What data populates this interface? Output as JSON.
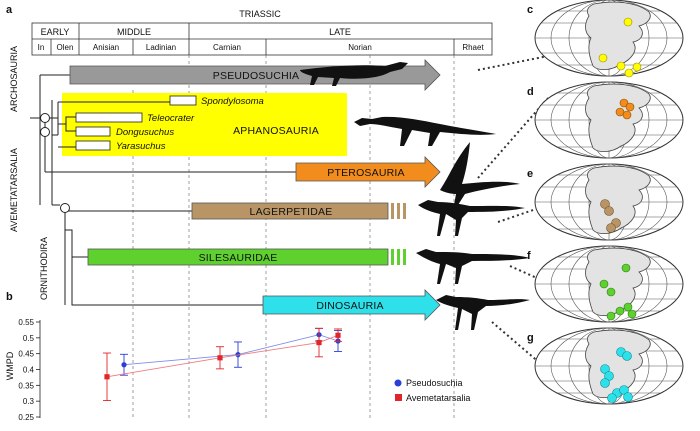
{
  "panels": [
    "a",
    "b",
    "c",
    "d",
    "e",
    "f",
    "g"
  ],
  "timescale": {
    "period": "TRIASSIC",
    "epochs": [
      "EARLY",
      "MIDDLE",
      "LATE"
    ],
    "stages": [
      "In",
      "Olen",
      "Anisian",
      "Ladinian",
      "Carnian",
      "Norian",
      "Rhaet"
    ]
  },
  "clades": {
    "archosauria": "ARCHOSAURIA",
    "avemetatarsalia": "AVEMETATARSALIA",
    "ornithodira": "ORNITHODIRA"
  },
  "groups": {
    "pseudosuchia": "PSEUDOSUCHIA",
    "aphanosauria": "APHANOSAURIA",
    "pterosauria": "PTEROSAURIA",
    "lagerpetidae": "LAGERPETIDAE",
    "silesauridae": "SILESAURIDAE",
    "dinosauria": "DINOSAURIA"
  },
  "taxa": {
    "spondylosoma": "Spondylosoma",
    "teleocrater": "Teleocrater",
    "dongusuchus": "Dongusuchus",
    "yarasuchus": "Yarasuchus"
  },
  "colors": {
    "pseudosuchia": "#999999",
    "aphanosauria": "#ffff00",
    "pterosauria": "#f28c1c",
    "lagerpetidae": "#b99566",
    "silesauridae": "#5fd12f",
    "dinosauria": "#2ee0ea",
    "pseudosuchia_series": "#2b3fd6",
    "avemetatarsalia_series": "#e0262a"
  },
  "chart_data": {
    "type": "scatter",
    "ylabel": "WMPD",
    "ylim": [
      0.25,
      0.55
    ],
    "yticks": [
      "0.55",
      "0.5",
      "0.45",
      "0.4",
      "0.35",
      "0.3",
      "0.25"
    ],
    "series": [
      {
        "name": "Pseudosuchia",
        "marker": "circle",
        "points": [
          {
            "x": "Anisian",
            "y": 0.415,
            "err": 0.033
          },
          {
            "x": "Carnian (late)",
            "y": 0.447,
            "err": 0.04
          },
          {
            "x": "Norian (early)",
            "y": 0.51,
            "err": 0.02
          },
          {
            "x": "Norian (late)",
            "y": 0.49,
            "err": 0.033
          }
        ]
      },
      {
        "name": "Avemetatarsalia",
        "marker": "square",
        "points": [
          {
            "x": "Olen",
            "y": 0.377,
            "err": 0.075
          },
          {
            "x": "Carnian",
            "y": 0.437,
            "err": 0.035
          },
          {
            "x": "Norian (early)",
            "y": 0.485,
            "err": 0.045
          },
          {
            "x": "Norian (late)",
            "y": 0.508,
            "err": 0.02
          }
        ]
      }
    ]
  }
}
